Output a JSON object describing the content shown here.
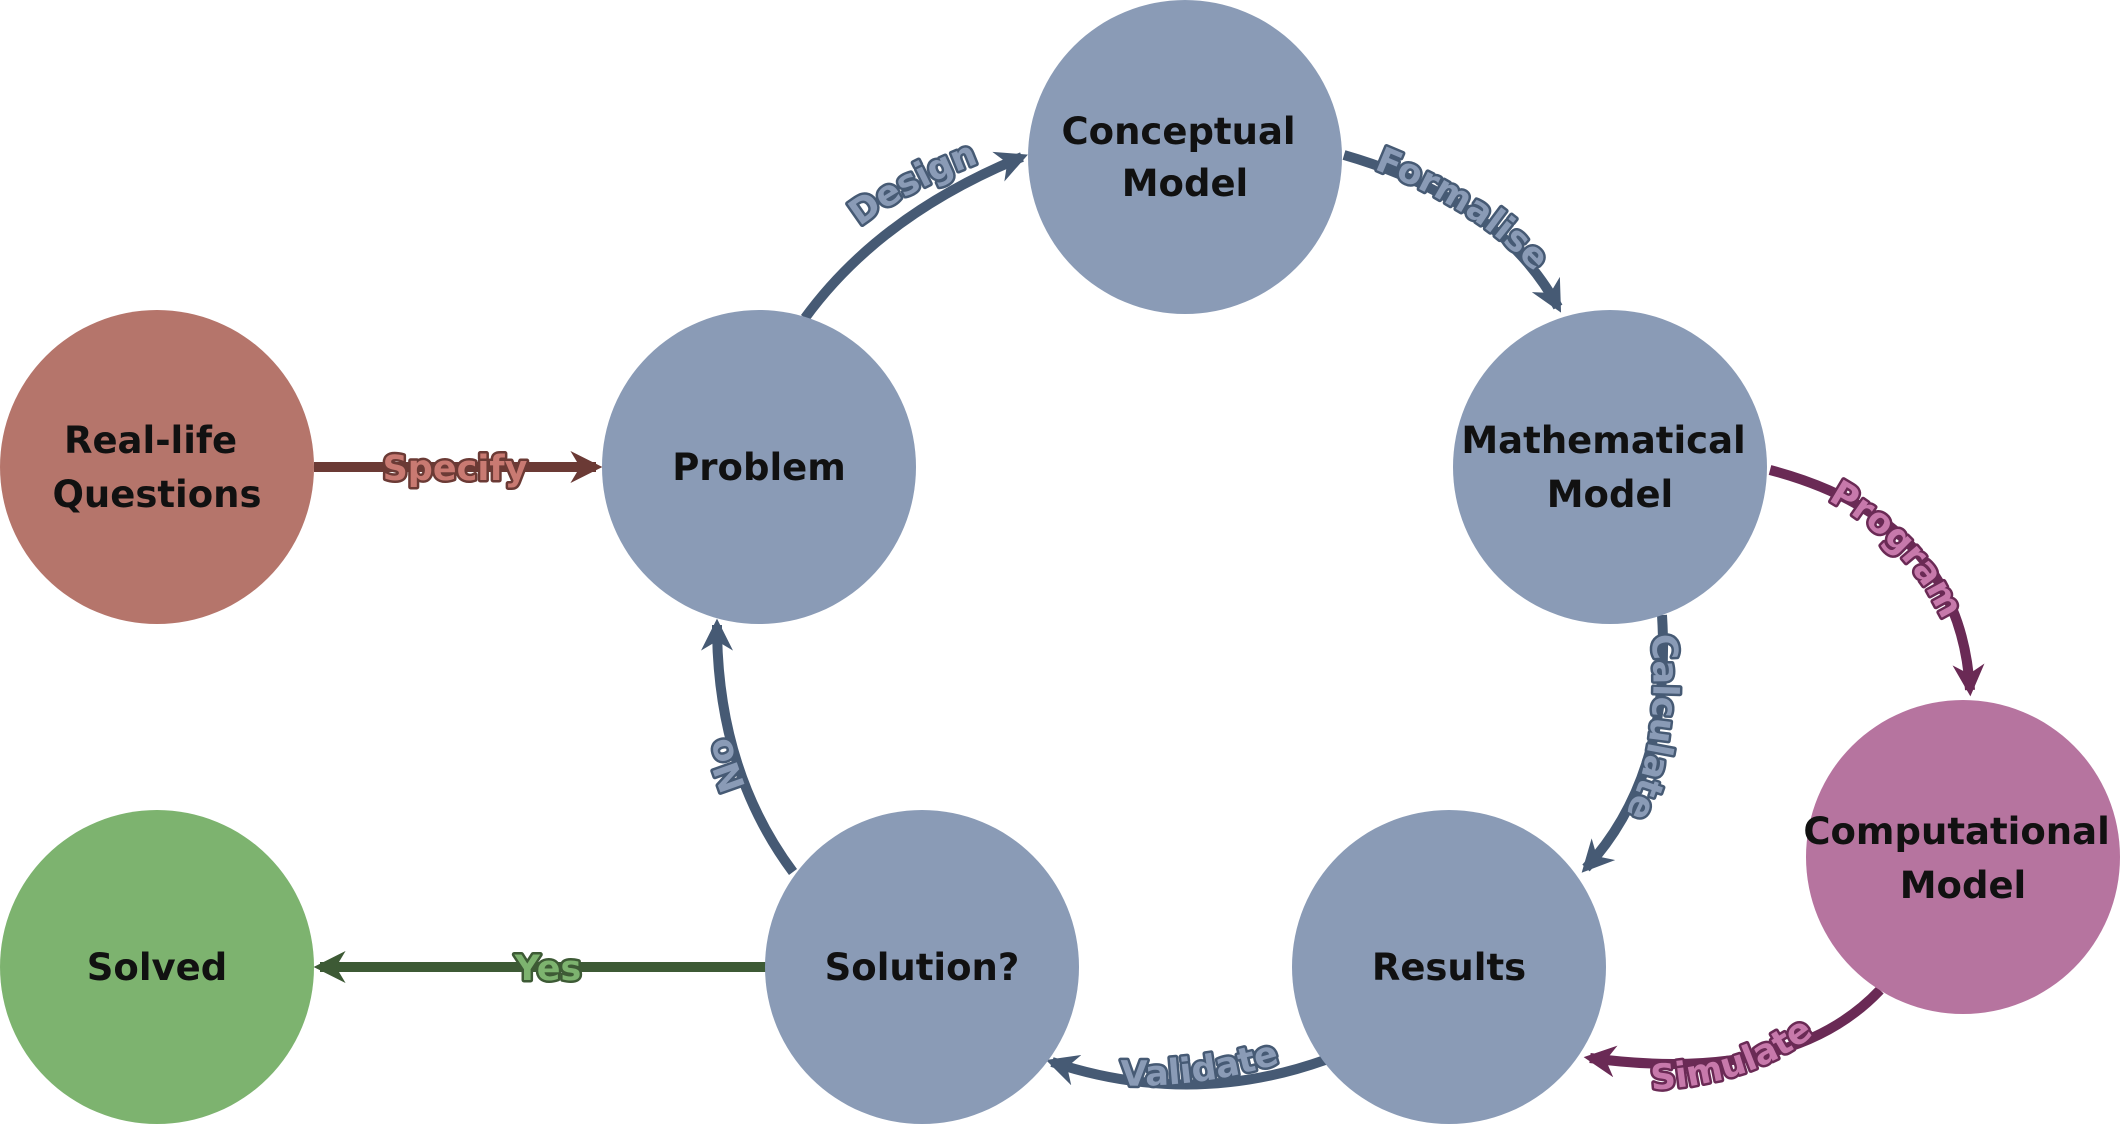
{
  "nodes": {
    "real_life_questions": {
      "lines": [
        "Real-life",
        "Questions"
      ],
      "color": "#b5756b"
    },
    "problem": {
      "lines": [
        "Problem"
      ],
      "color": "#8a9bb6"
    },
    "conceptual_model": {
      "lines": [
        "Conceptual",
        "Model"
      ],
      "color": "#8a9bb6"
    },
    "mathematical_model": {
      "lines": [
        "Mathematical",
        "Model"
      ],
      "color": "#8a9bb6"
    },
    "computational_model": {
      "lines": [
        "Computational",
        "Model"
      ],
      "color": "#b6749f"
    },
    "results": {
      "lines": [
        "Results"
      ],
      "color": "#8a9bb6"
    },
    "solution": {
      "lines": [
        "Solution?"
      ],
      "color": "#8a9bb6"
    },
    "solved": {
      "lines": [
        "Solved"
      ],
      "color": "#7db36f"
    }
  },
  "edges": {
    "specify": {
      "label": "Specify",
      "color": "#6b3a35",
      "text_color": "#c97a72",
      "outline": "#6b3a35"
    },
    "design": {
      "label": "Design",
      "color": "#465a74",
      "text_color": "#8a9bb6",
      "outline": "#465a74"
    },
    "formalise": {
      "label": "Formalise",
      "color": "#465a74",
      "text_color": "#8a9bb6",
      "outline": "#465a74"
    },
    "program": {
      "label": "Program",
      "color": "#6a2a55",
      "text_color": "#c779ab",
      "outline": "#6a2a55"
    },
    "calculate": {
      "label": "Calculate",
      "color": "#465a74",
      "text_color": "#8a9bb6",
      "outline": "#465a74"
    },
    "simulate": {
      "label": "Simulate",
      "color": "#6a2a55",
      "text_color": "#c779ab",
      "outline": "#6a2a55"
    },
    "validate": {
      "label": "Validate",
      "color": "#465a74",
      "text_color": "#8a9bb6",
      "outline": "#465a74"
    },
    "no": {
      "label": "No",
      "color": "#465a74",
      "text_color": "#8a9bb6",
      "outline": "#465a74"
    },
    "yes": {
      "label": "Yes",
      "color": "#3d5a35",
      "text_color": "#7db36f",
      "outline": "#3d5a35"
    }
  }
}
